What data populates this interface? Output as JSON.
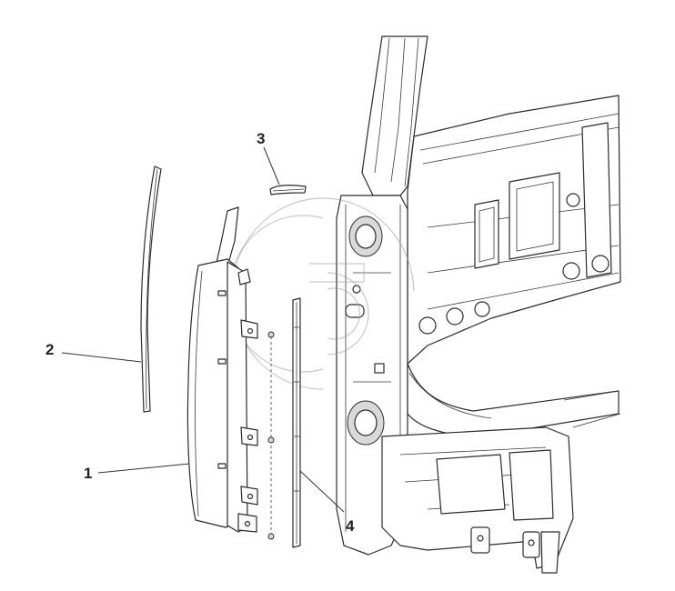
{
  "callouts": [
    {
      "id": "1",
      "label": "1"
    },
    {
      "id": "2",
      "label": "2"
    },
    {
      "id": "3",
      "label": "3"
    },
    {
      "id": "4",
      "label": "4"
    }
  ],
  "colors": {
    "line": "#2b2b2b",
    "background": "#ffffff",
    "watermark": "#9a9a9a"
  },
  "icons": {
    "watermark": "gp-logo-watermark"
  }
}
